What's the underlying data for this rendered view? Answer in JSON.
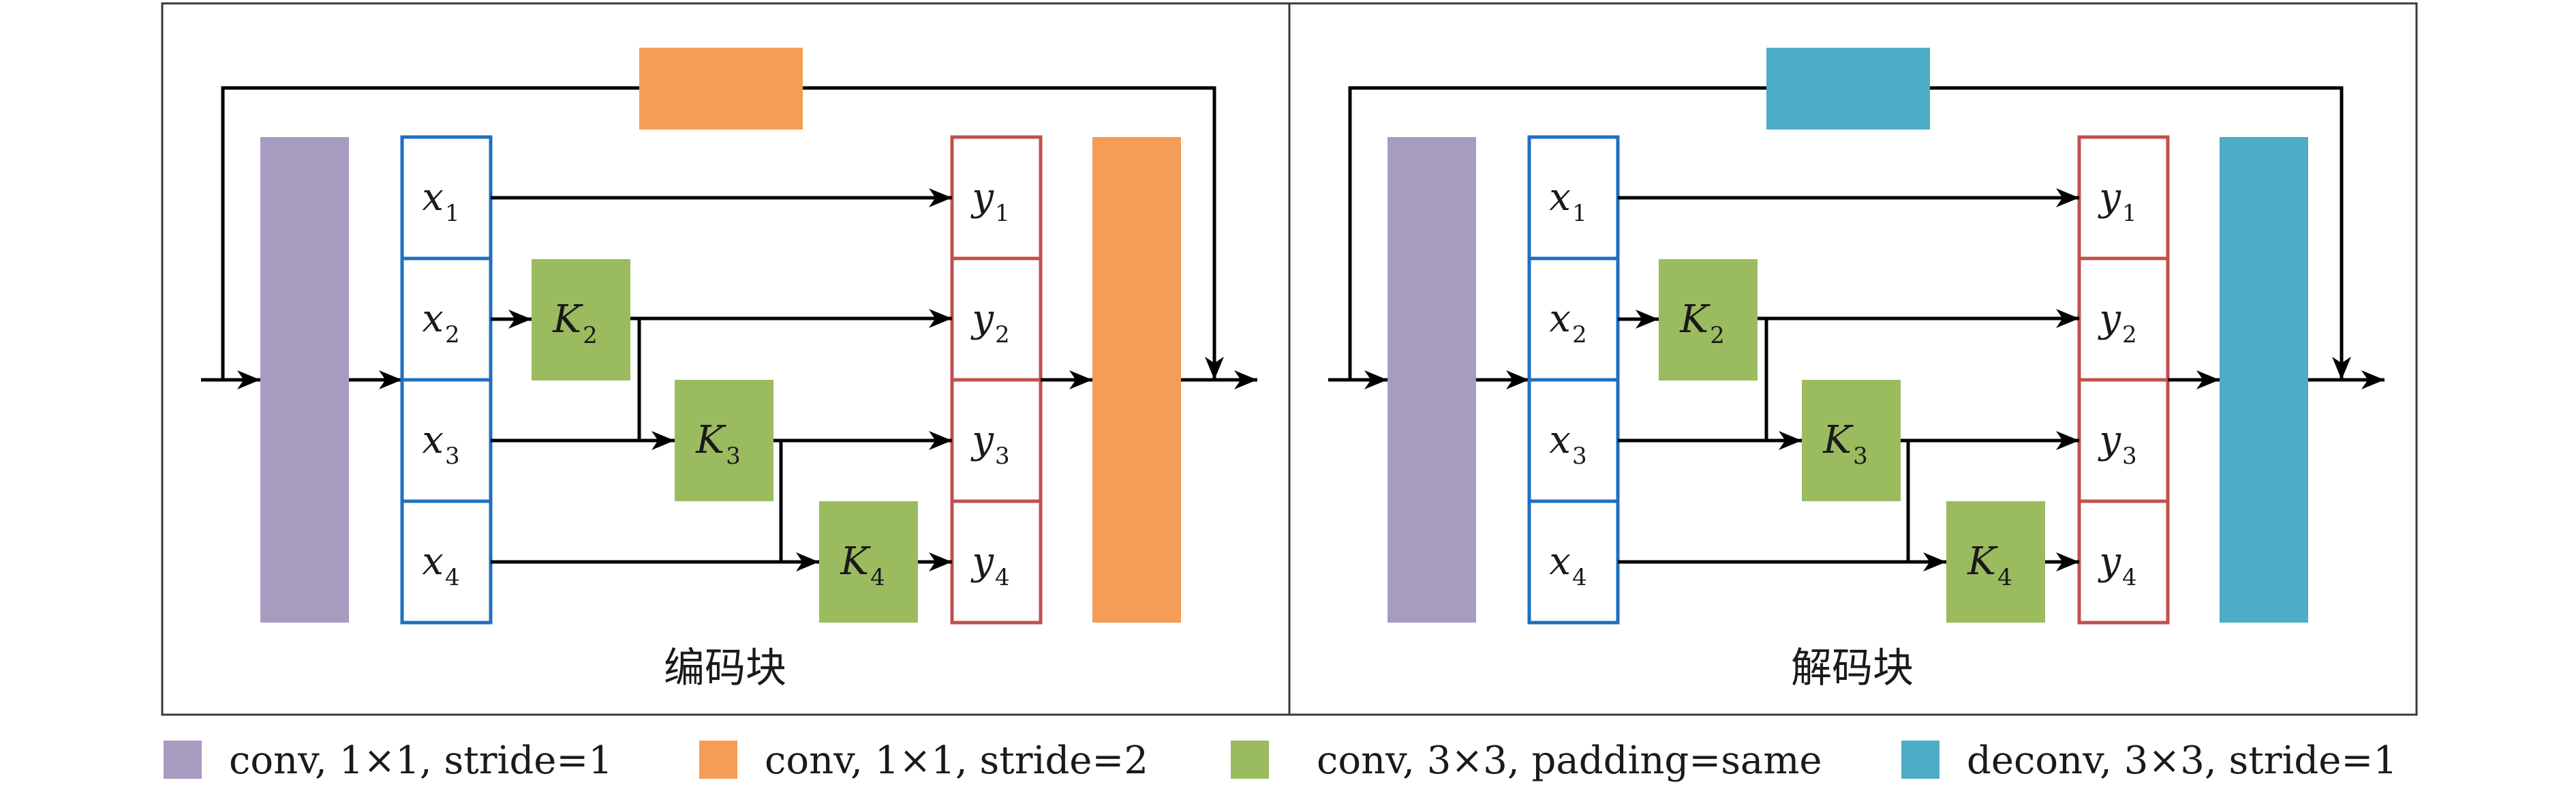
{
  "colors": {
    "conv1x1_s1": "#A89BC0",
    "conv1x1_s2": "#F59D56",
    "conv3x3_same": "#9BBB5F",
    "deconv3x3_s1": "#4DACC6",
    "input_split": "#1F6FC0",
    "output_concat": "#C0504D"
  },
  "encoder": {
    "caption": "编码块",
    "inputs": [
      {
        "base": "x",
        "sub": "1"
      },
      {
        "base": "x",
        "sub": "2"
      },
      {
        "base": "x",
        "sub": "3"
      },
      {
        "base": "x",
        "sub": "4"
      }
    ],
    "outputs": [
      {
        "base": "y",
        "sub": "1"
      },
      {
        "base": "y",
        "sub": "2"
      },
      {
        "base": "y",
        "sub": "3"
      },
      {
        "base": "y",
        "sub": "4"
      }
    ],
    "kernels": [
      {
        "base": "K",
        "sub": "2"
      },
      {
        "base": "K",
        "sub": "3"
      },
      {
        "base": "K",
        "sub": "4"
      }
    ]
  },
  "decoder": {
    "caption": "解码块",
    "inputs": [
      {
        "base": "x",
        "sub": "1"
      },
      {
        "base": "x",
        "sub": "2"
      },
      {
        "base": "x",
        "sub": "3"
      },
      {
        "base": "x",
        "sub": "4"
      }
    ],
    "outputs": [
      {
        "base": "y",
        "sub": "1"
      },
      {
        "base": "y",
        "sub": "2"
      },
      {
        "base": "y",
        "sub": "3"
      },
      {
        "base": "y",
        "sub": "4"
      }
    ],
    "kernels": [
      {
        "base": "K",
        "sub": "2"
      },
      {
        "base": "K",
        "sub": "3"
      },
      {
        "base": "K",
        "sub": "4"
      }
    ]
  },
  "legend": [
    {
      "label": "conv, 1×1, stride=1",
      "color": "#A89BC0"
    },
    {
      "label": "conv, 1×1, stride=2",
      "color": "#F59D56"
    },
    {
      "label": "conv, 3×3, padding=same",
      "color": "#9BBB5F"
    },
    {
      "label": "deconv, 3×3, stride=1",
      "color": "#4DACC6"
    }
  ]
}
